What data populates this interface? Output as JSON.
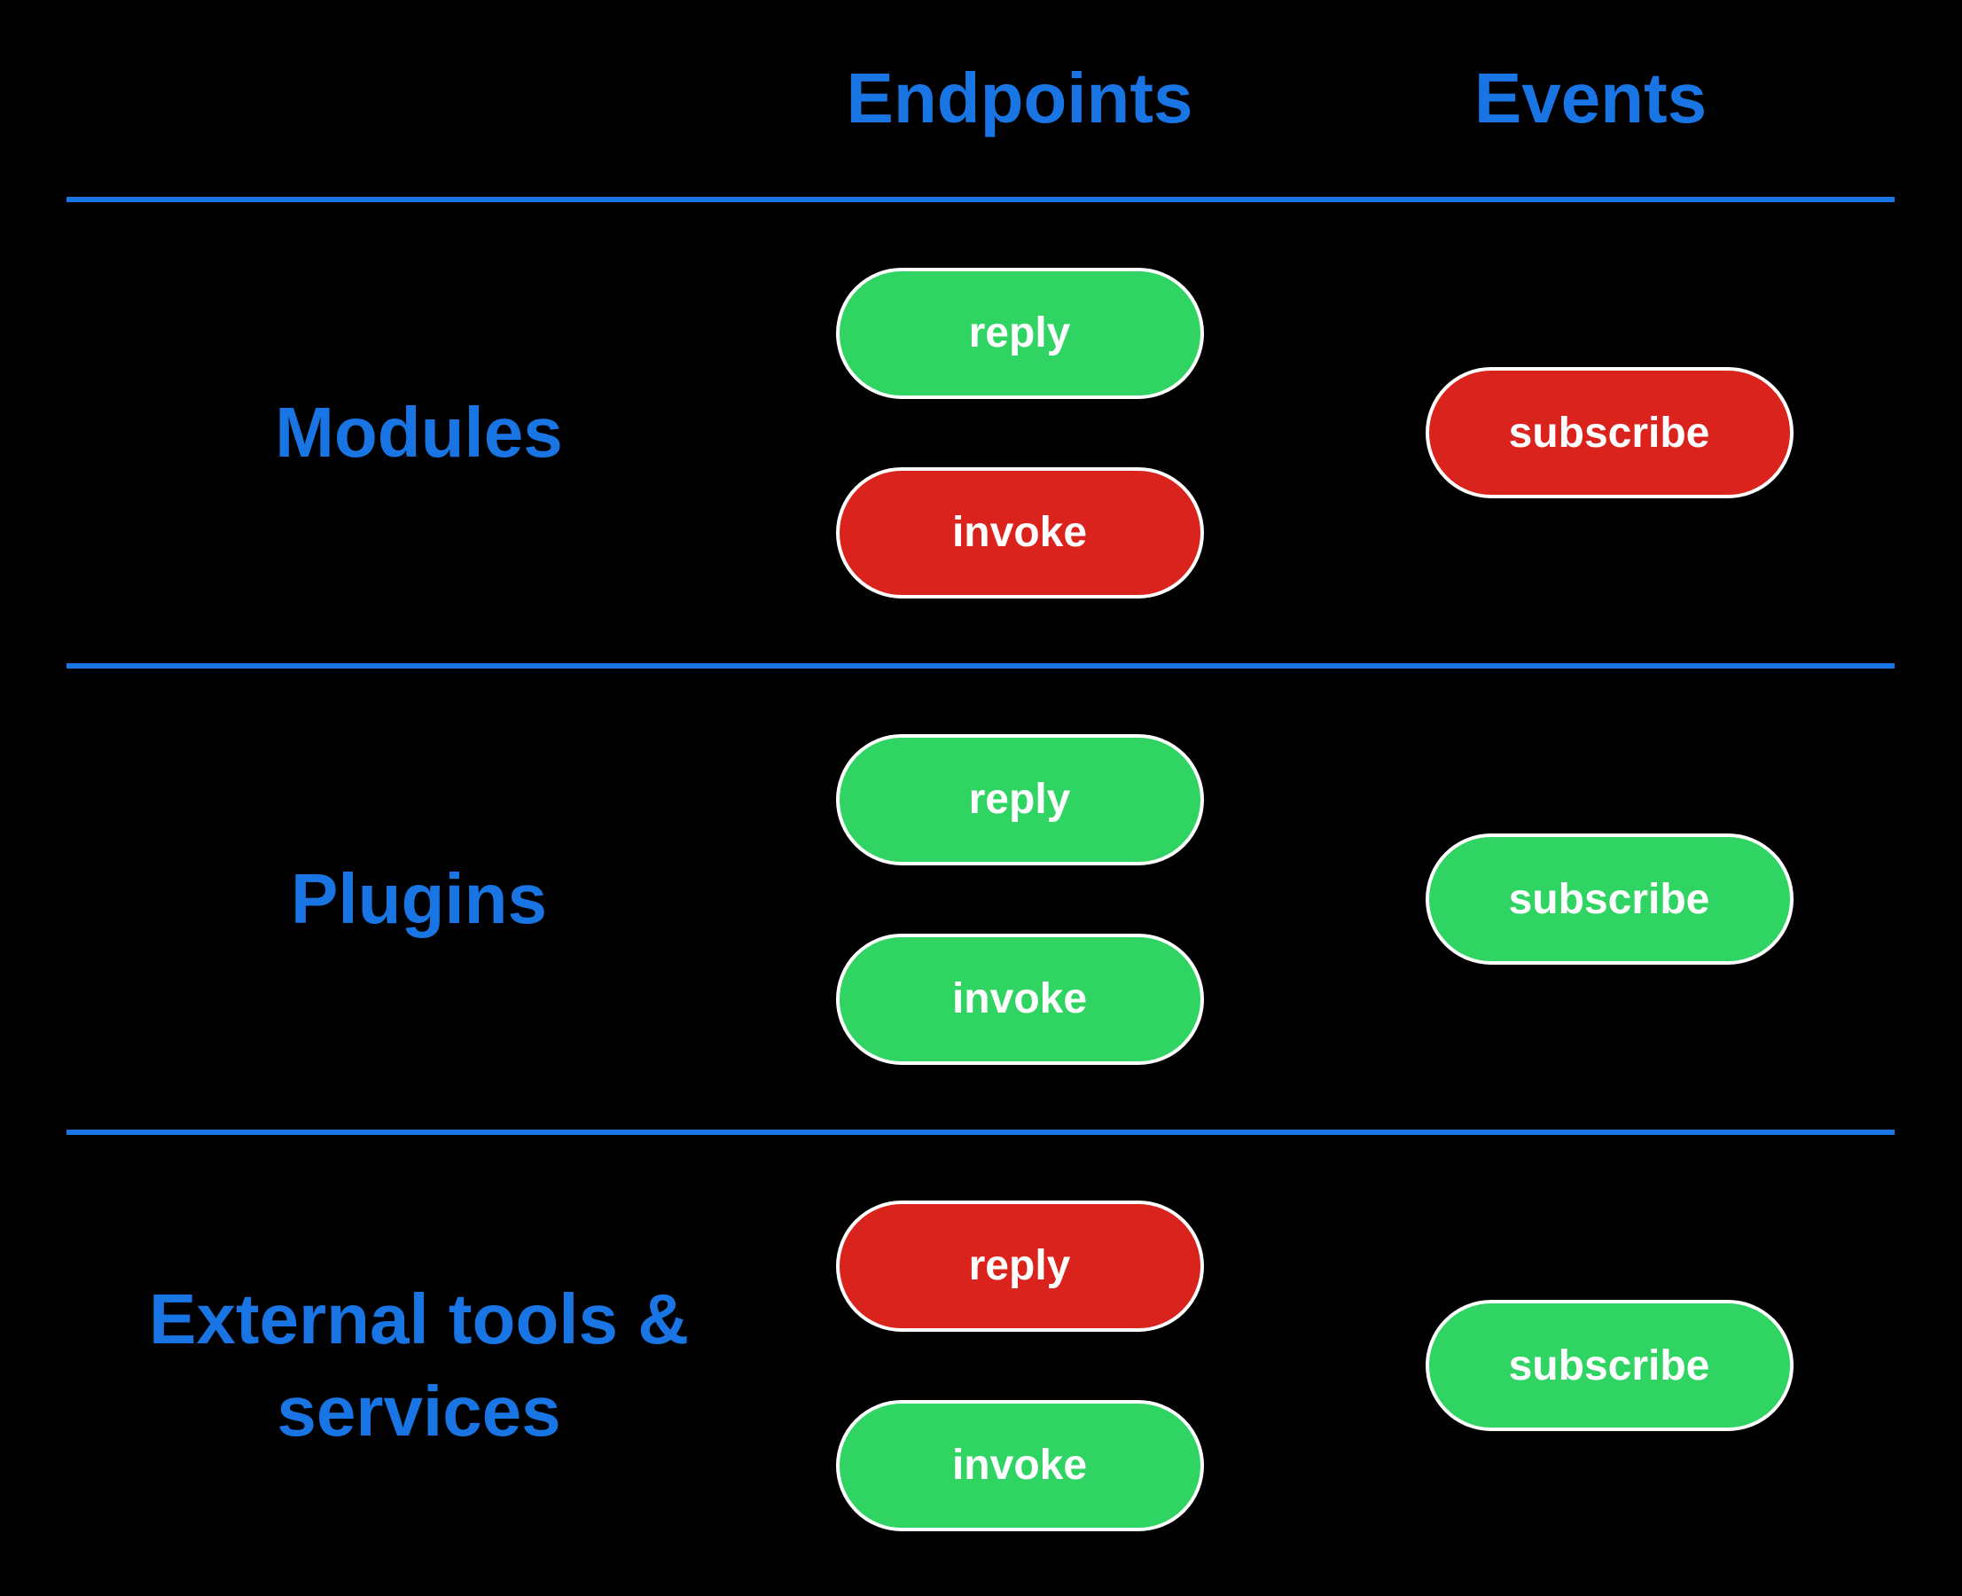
{
  "colors": {
    "background": "#000000",
    "accent_blue": "#1875e3",
    "pill_green": "#2fd462",
    "pill_red": "#da231c",
    "pill_text": "#ffffff",
    "pill_border": "#ffffff"
  },
  "header": {
    "endpoints_label": "Endpoints",
    "events_label": "Events"
  },
  "rows": [
    {
      "label": "Modules",
      "endpoints": [
        {
          "label": "reply",
          "color": "green"
        },
        {
          "label": "invoke",
          "color": "red"
        }
      ],
      "events": [
        {
          "label": "subscribe",
          "color": "red"
        }
      ]
    },
    {
      "label": "Plugins",
      "endpoints": [
        {
          "label": "reply",
          "color": "green"
        },
        {
          "label": "invoke",
          "color": "green"
        }
      ],
      "events": [
        {
          "label": "subscribe",
          "color": "green"
        }
      ]
    },
    {
      "label": "External tools & services",
      "endpoints": [
        {
          "label": "reply",
          "color": "red"
        },
        {
          "label": "invoke",
          "color": "green"
        }
      ],
      "events": [
        {
          "label": "subscribe",
          "color": "green"
        }
      ]
    }
  ]
}
